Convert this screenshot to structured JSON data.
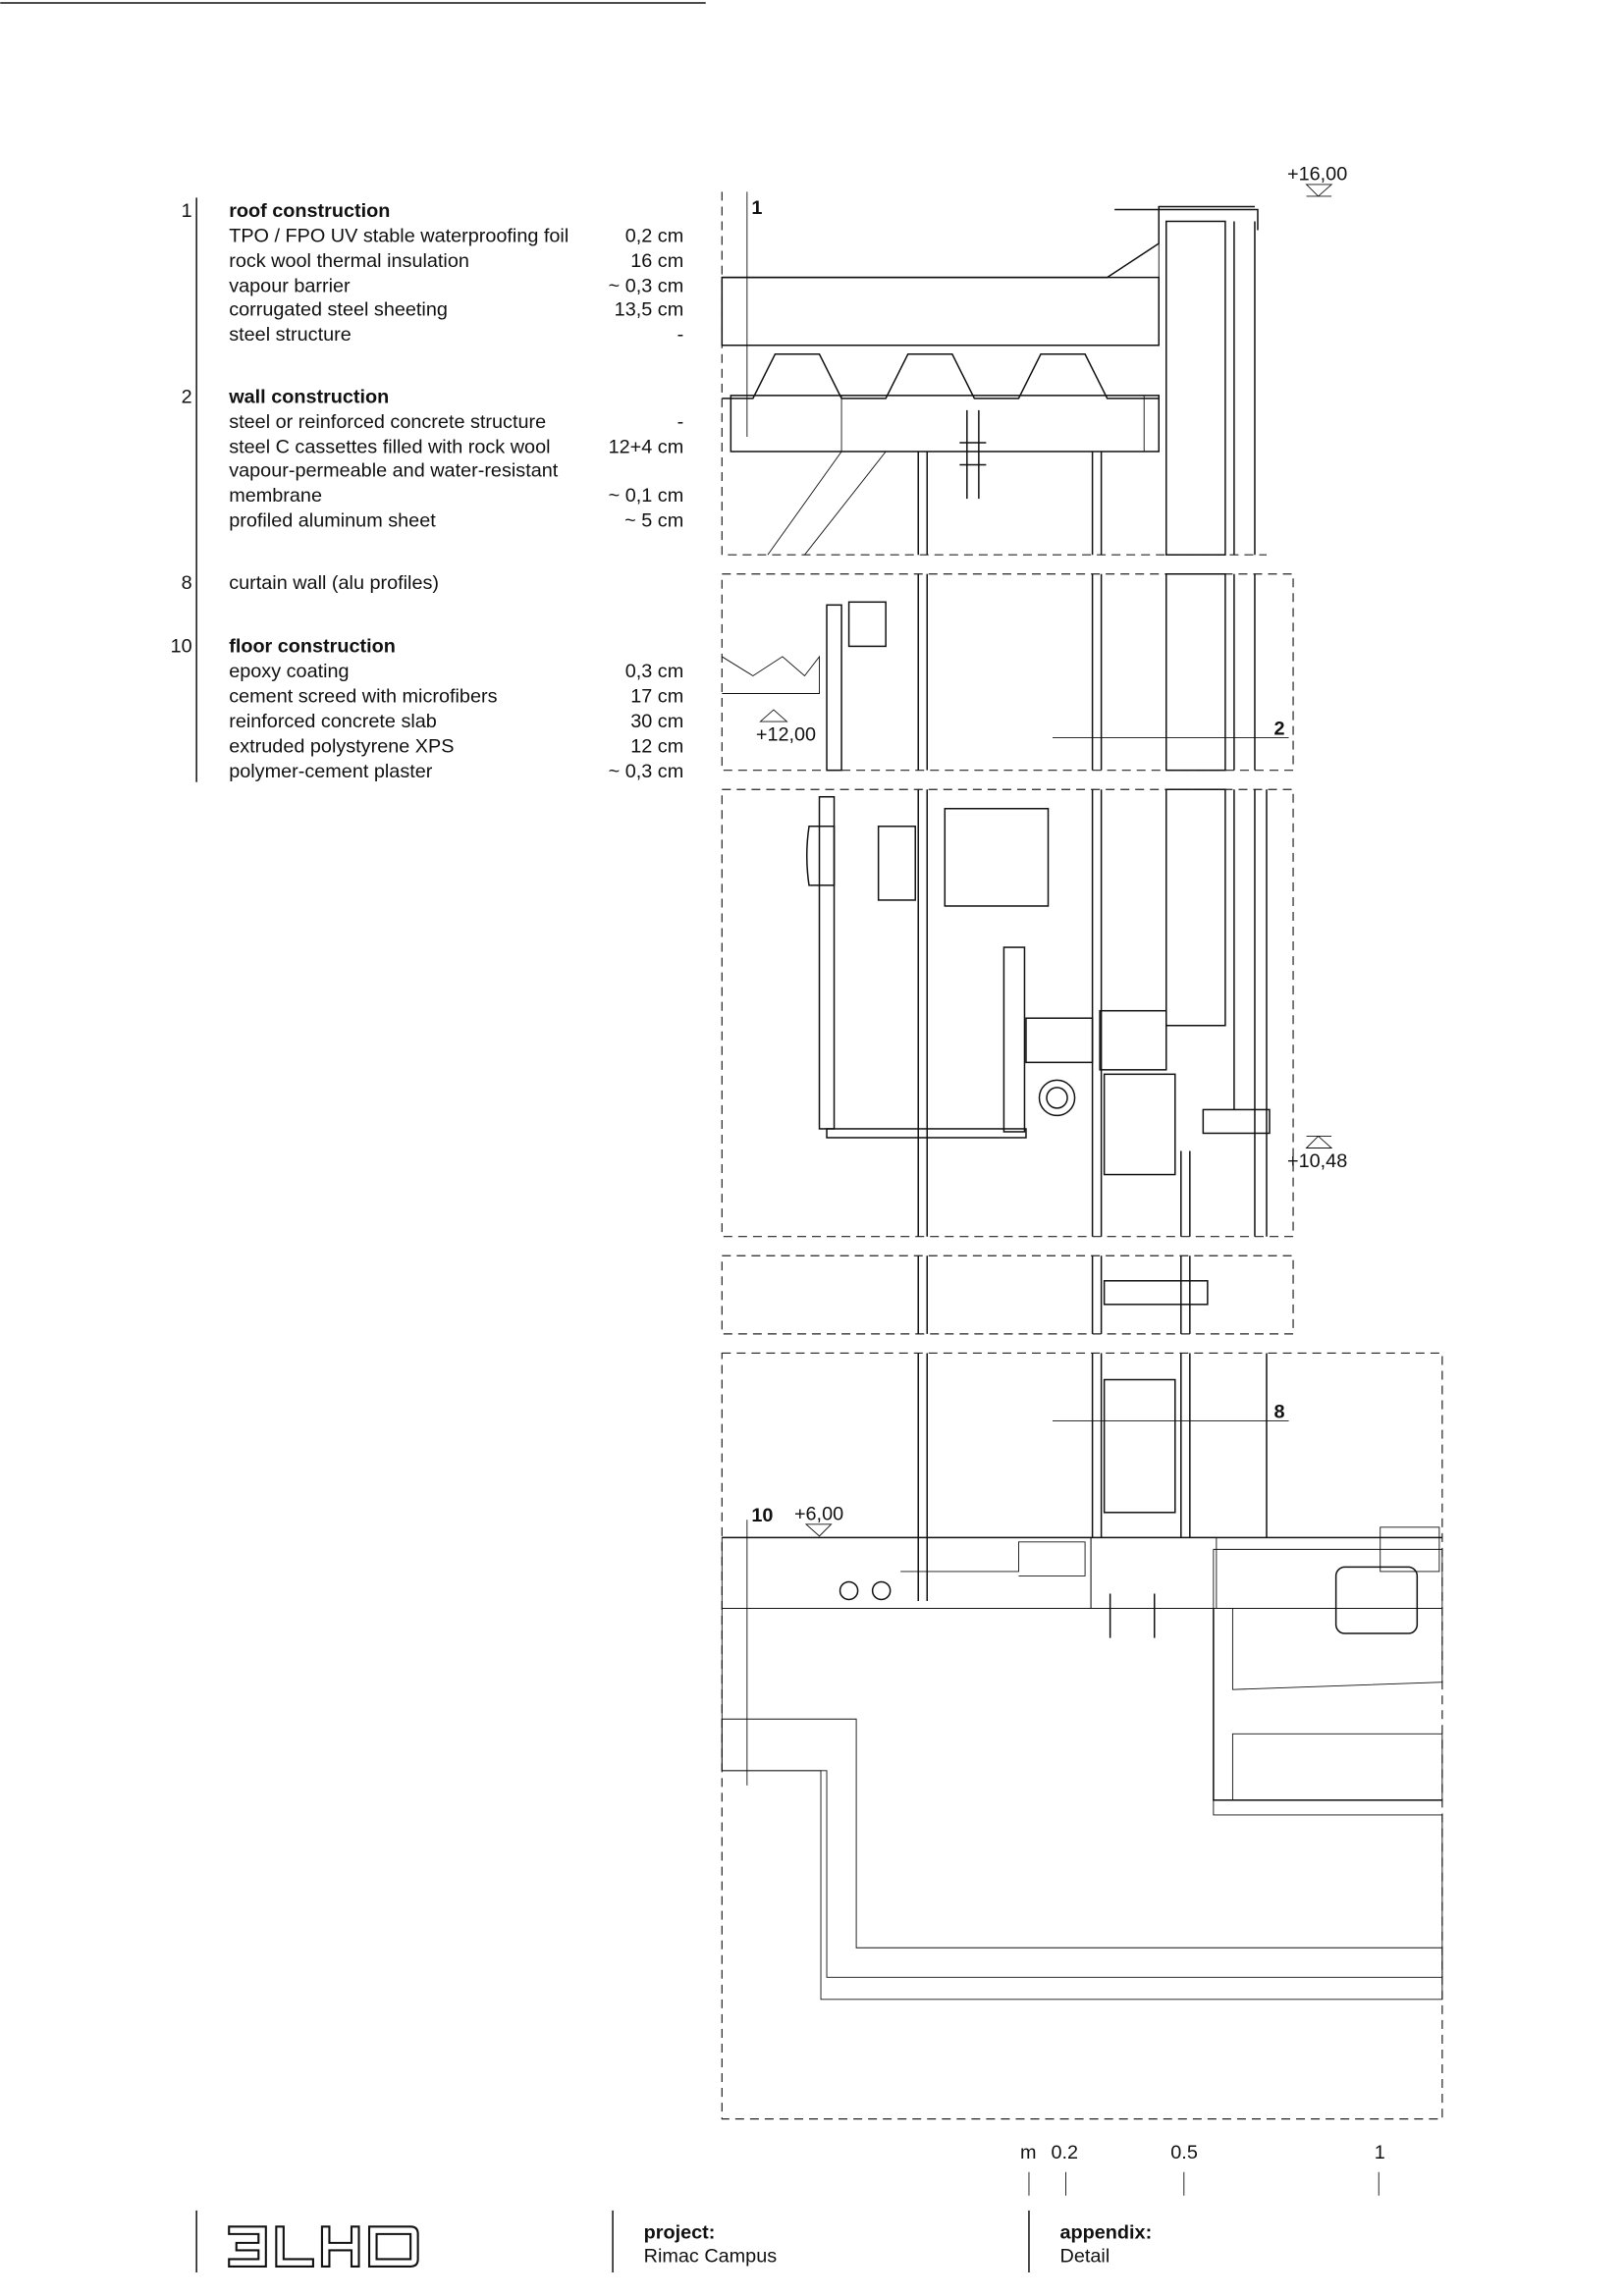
{
  "legend": [
    {
      "number": "1",
      "title": "roof construction",
      "items": [
        {
          "label": "TPO / FPO UV stable waterproofing foil",
          "value": "0,2 cm"
        },
        {
          "label": "rock wool thermal insulation",
          "value": "16 cm"
        },
        {
          "label": "vapour barrier",
          "value": "~ 0,3 cm"
        },
        {
          "label": "corrugated steel sheeting",
          "value": "13,5 cm"
        },
        {
          "label": "steel structure",
          "value": "-"
        }
      ]
    },
    {
      "number": "2",
      "title": "wall construction",
      "items": [
        {
          "label": "steel or reinforced concrete structure",
          "value": "-"
        },
        {
          "label": "steel C cassettes filled with rock wool",
          "value": "12+4 cm"
        },
        {
          "label": "vapour-permeable and water-resistant",
          "value": ""
        },
        {
          "label": "membrane",
          "value": "~ 0,1 cm"
        },
        {
          "label": "profiled aluminum sheet",
          "value": "~ 5 cm"
        }
      ]
    },
    {
      "number": "8",
      "title": "curtain wall (alu profiles)",
      "items": []
    },
    {
      "number": "10",
      "title": "floor construction",
      "items": [
        {
          "label": "epoxy coating",
          "value": "0,3 cm"
        },
        {
          "label": "cement screed with microfibers",
          "value": "17 cm"
        },
        {
          "label": "reinforced concrete slab",
          "value": "30 cm"
        },
        {
          "label": "extruded polystyrene XPS",
          "value": "12 cm"
        },
        {
          "label": "polymer-cement plaster",
          "value": "~ 0,3 cm"
        }
      ]
    }
  ],
  "drawing": {
    "tags": {
      "t1": "1",
      "t2": "2",
      "t8": "8",
      "t10": "10"
    },
    "levels": {
      "l16": "+16,00",
      "l12": "+12,00",
      "l1048": "+10,48",
      "l6": "+6,00"
    }
  },
  "scale_bar": {
    "unit": "m",
    "ticks": [
      "0.2",
      "0.5",
      "1"
    ]
  },
  "footer": {
    "logo": "3LHD",
    "project_label": "project:",
    "project_value": "Rimac Campus",
    "appendix_label": "appendix:",
    "appendix_value": "Detail"
  }
}
